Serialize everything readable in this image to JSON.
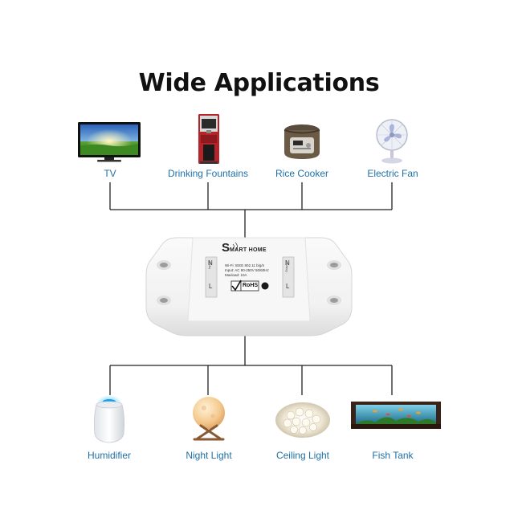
{
  "title": "Wide Applications",
  "top_devices": [
    {
      "label": "TV",
      "icon": "tv-icon"
    },
    {
      "label": "Drinking Fountains",
      "icon": "water-dispenser-icon"
    },
    {
      "label": "Rice Cooker",
      "icon": "rice-cooker-icon"
    },
    {
      "label": "Electric Fan",
      "icon": "electric-fan-icon"
    }
  ],
  "bottom_devices": [
    {
      "label": "Humidifier",
      "icon": "humidifier-icon"
    },
    {
      "label": "Night Light",
      "icon": "moon-lamp-icon"
    },
    {
      "label": "Ceiling Light",
      "icon": "ceiling-light-icon"
    },
    {
      "label": "Fish Tank",
      "icon": "aquarium-icon"
    }
  ],
  "switch": {
    "brand": "MART HOME",
    "brand_initial": "S",
    "spec_1": "Wi-Fi: IEEE 802.11 b/g/n",
    "spec_2": "Input: AC 90-250V 50/60Hz",
    "spec_3": "Maxload: 10A",
    "rohs": "RoHS",
    "terminal_n": "N",
    "terminal_l": "L",
    "input_label": "Input",
    "output_label": "Output"
  },
  "colors": {
    "label": "#1f6fa6",
    "wire": "#222222",
    "title": "#111111"
  }
}
